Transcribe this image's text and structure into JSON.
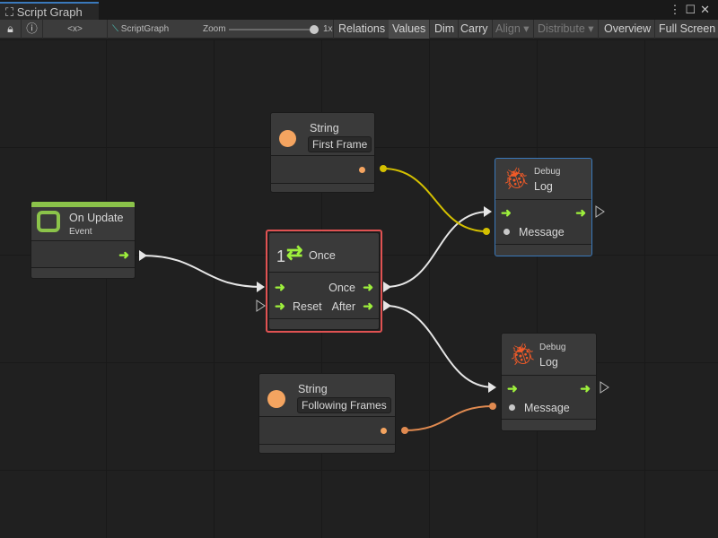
{
  "window": {
    "tab_title": "Script Graph",
    "menu_icon": "kebab-icon",
    "maximize_icon": "maximize-icon",
    "close_icon": "close-icon"
  },
  "toolbar": {
    "lock": "lock-icon",
    "info": "info-icon",
    "code_label": "<x>",
    "graph_name": "ScriptGraph",
    "zoom_label": "Zoom",
    "zoom_value": "1x",
    "zoom_level": 1.0,
    "buttons": [
      "Relations",
      "Values",
      "Dim",
      "Carry",
      "Align ▾",
      "Distribute ▾",
      "Overview",
      "Full Screen"
    ]
  },
  "nodes": {
    "on_update": {
      "title": "On Update",
      "subtitle": "Event",
      "accent": "#8bc34a"
    },
    "string1": {
      "title": "String",
      "value": "First Frame"
    },
    "once": {
      "title": "Once",
      "prefix": "1",
      "out_once": "Once",
      "reset": "Reset",
      "after": "After",
      "selected_color": "#e05252"
    },
    "log1": {
      "category": "Debug",
      "title": "Log",
      "message": "Message",
      "selected_color": "#3a79bb"
    },
    "log2": {
      "category": "Debug",
      "title": "Log",
      "message": "Message"
    },
    "string2": {
      "title": "String",
      "value": "Following Frames"
    }
  },
  "colors": {
    "flow": "#9ef03c",
    "string_port": "#f4a460",
    "yellow_wire": "#d4c000",
    "orange_wire": "#e08a50"
  }
}
